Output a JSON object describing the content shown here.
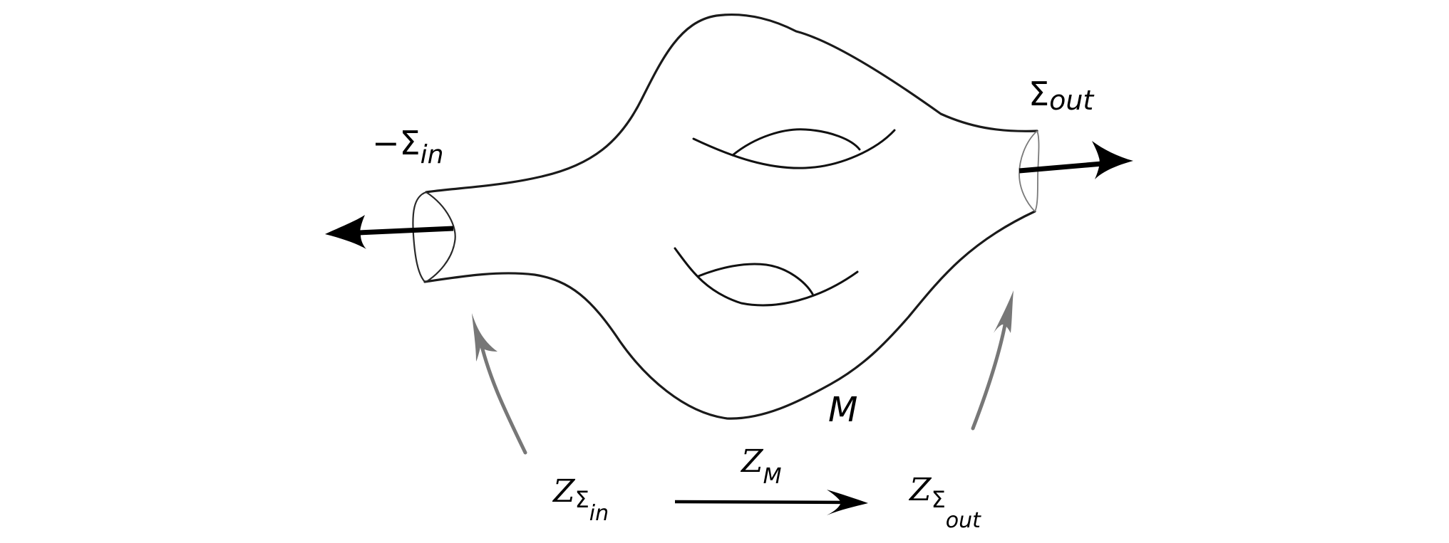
{
  "diagram": {
    "type": "cobordism-functor-diagram",
    "manifold": {
      "label": "M",
      "genus_holes": 2
    },
    "boundaries": {
      "incoming": {
        "sign": "−",
        "symbol": "Σ",
        "subscript": "in"
      },
      "outgoing": {
        "symbol": "Σ",
        "subscript": "out"
      }
    },
    "functor_row": {
      "source": {
        "functor": "Z",
        "symbol": "Σ",
        "subscript": "in"
      },
      "map": {
        "functor": "Z",
        "subscript": "M"
      },
      "target": {
        "functor": "Z",
        "symbol": "Σ",
        "subscript": "out"
      }
    },
    "colors": {
      "outline": "#1a1a1a",
      "normal_arrows": "#000000",
      "correspondence_arrows": "#777777",
      "background": "#ffffff"
    }
  }
}
